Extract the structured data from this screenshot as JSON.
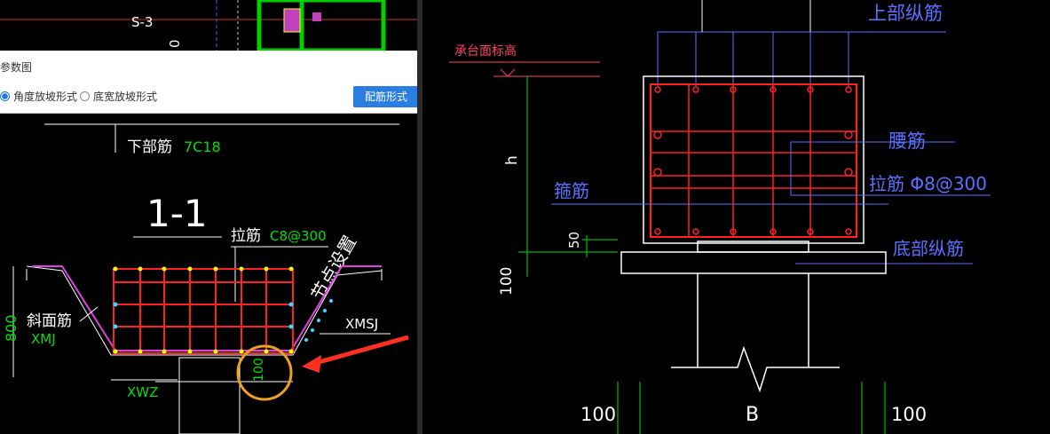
{
  "dialog": {
    "title": "参数图",
    "radio_angle": "角度放坡形式",
    "radio_width": "底宽放坡形式",
    "button": "配筋形式"
  },
  "left": {
    "s3": "S-3",
    "zero": "0",
    "bottom_bar": "下部筋",
    "bottom_bar_val": "7C18",
    "section": "1-1",
    "tie_bar": "拉筋",
    "tie_bar_val": "C8@300",
    "node_setting": "节点设置",
    "dim_800": "800",
    "slope_bar": "斜面筋",
    "xmj": "XMJ",
    "xmsj": "XMSJ",
    "xwz": "XWZ",
    "dim_100": "100"
  },
  "right": {
    "cap_elev": "承台面标高",
    "top_long": "上部纵筋",
    "waist": "腰筋",
    "tie": "拉筋 Φ8@300",
    "stirrup": "箍筋",
    "bottom_long": "底部纵筋",
    "h": "h",
    "d50": "50",
    "d100": "100",
    "b100_left": "100",
    "b": "B",
    "b100_right": "100"
  },
  "colors": {
    "background": "#000000",
    "rebar": "#ff2020",
    "outline": "#ffffff",
    "dim_green": "#00e000",
    "blue_lead": "#5a70ff",
    "magenta": "#e040e0",
    "yellow_mark": "#ffff00",
    "circle": "#f0a020",
    "arrow": "#ff3020"
  }
}
